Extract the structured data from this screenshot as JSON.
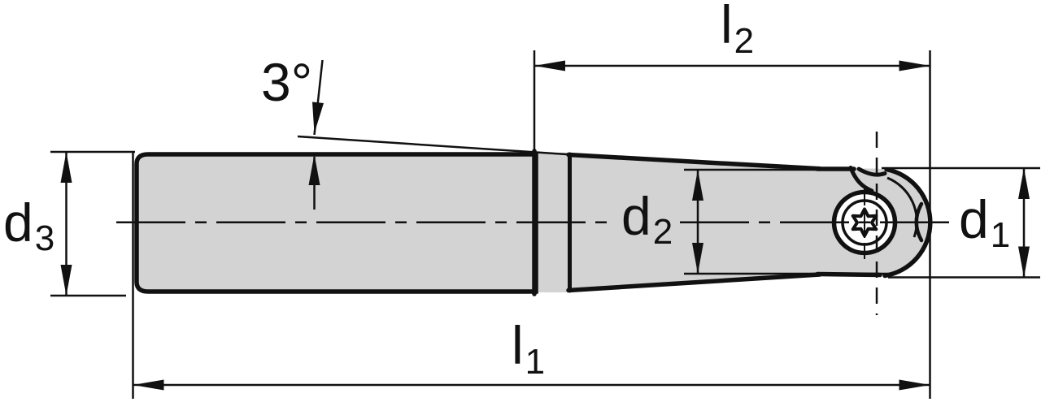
{
  "drawing": {
    "type": "technical-dimension-drawing",
    "subject": "Ball nose end mill with indexable ball insert and screw clamp, side view with taper neck",
    "colors": {
      "line": "#111111",
      "body_fill": "#d3d3d3",
      "screw_fill": "#ffffff",
      "background": "#ffffff"
    },
    "labels": {
      "l2": {
        "base": "l",
        "sub": "2"
      },
      "taper_angle": {
        "text": "3°"
      },
      "d3": {
        "base": "d",
        "sub": "3"
      },
      "d2": {
        "base": "d",
        "sub": "2"
      },
      "d1": {
        "base": "d",
        "sub": "1"
      },
      "l1": {
        "base": "l",
        "sub": "1"
      }
    }
  }
}
